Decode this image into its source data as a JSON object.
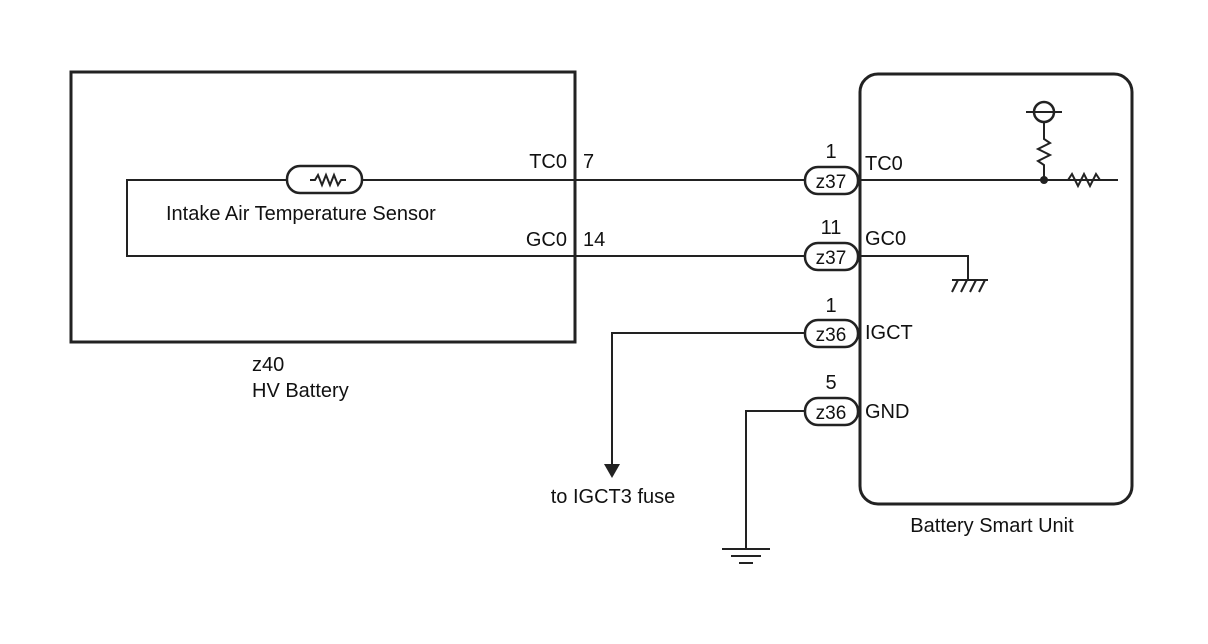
{
  "hv_battery": {
    "code": "z40",
    "name": "HV Battery",
    "sensor_label": "Intake Air Temperature Sensor",
    "terminals": [
      {
        "name": "TC0",
        "pin": "7"
      },
      {
        "name": "GC0",
        "pin": "14"
      }
    ]
  },
  "smart_unit": {
    "name": "Battery Smart Unit",
    "terminals": [
      {
        "connector": "z37",
        "pin": "1",
        "name": "TC0"
      },
      {
        "connector": "z37",
        "pin": "11",
        "name": "GC0"
      },
      {
        "connector": "z36",
        "pin": "1",
        "name": "IGCT"
      },
      {
        "connector": "z36",
        "pin": "5",
        "name": "GND"
      }
    ]
  },
  "fuse_label": "to IGCT3 fuse",
  "colors": {
    "line": "#222222",
    "background": "#ffffff"
  }
}
